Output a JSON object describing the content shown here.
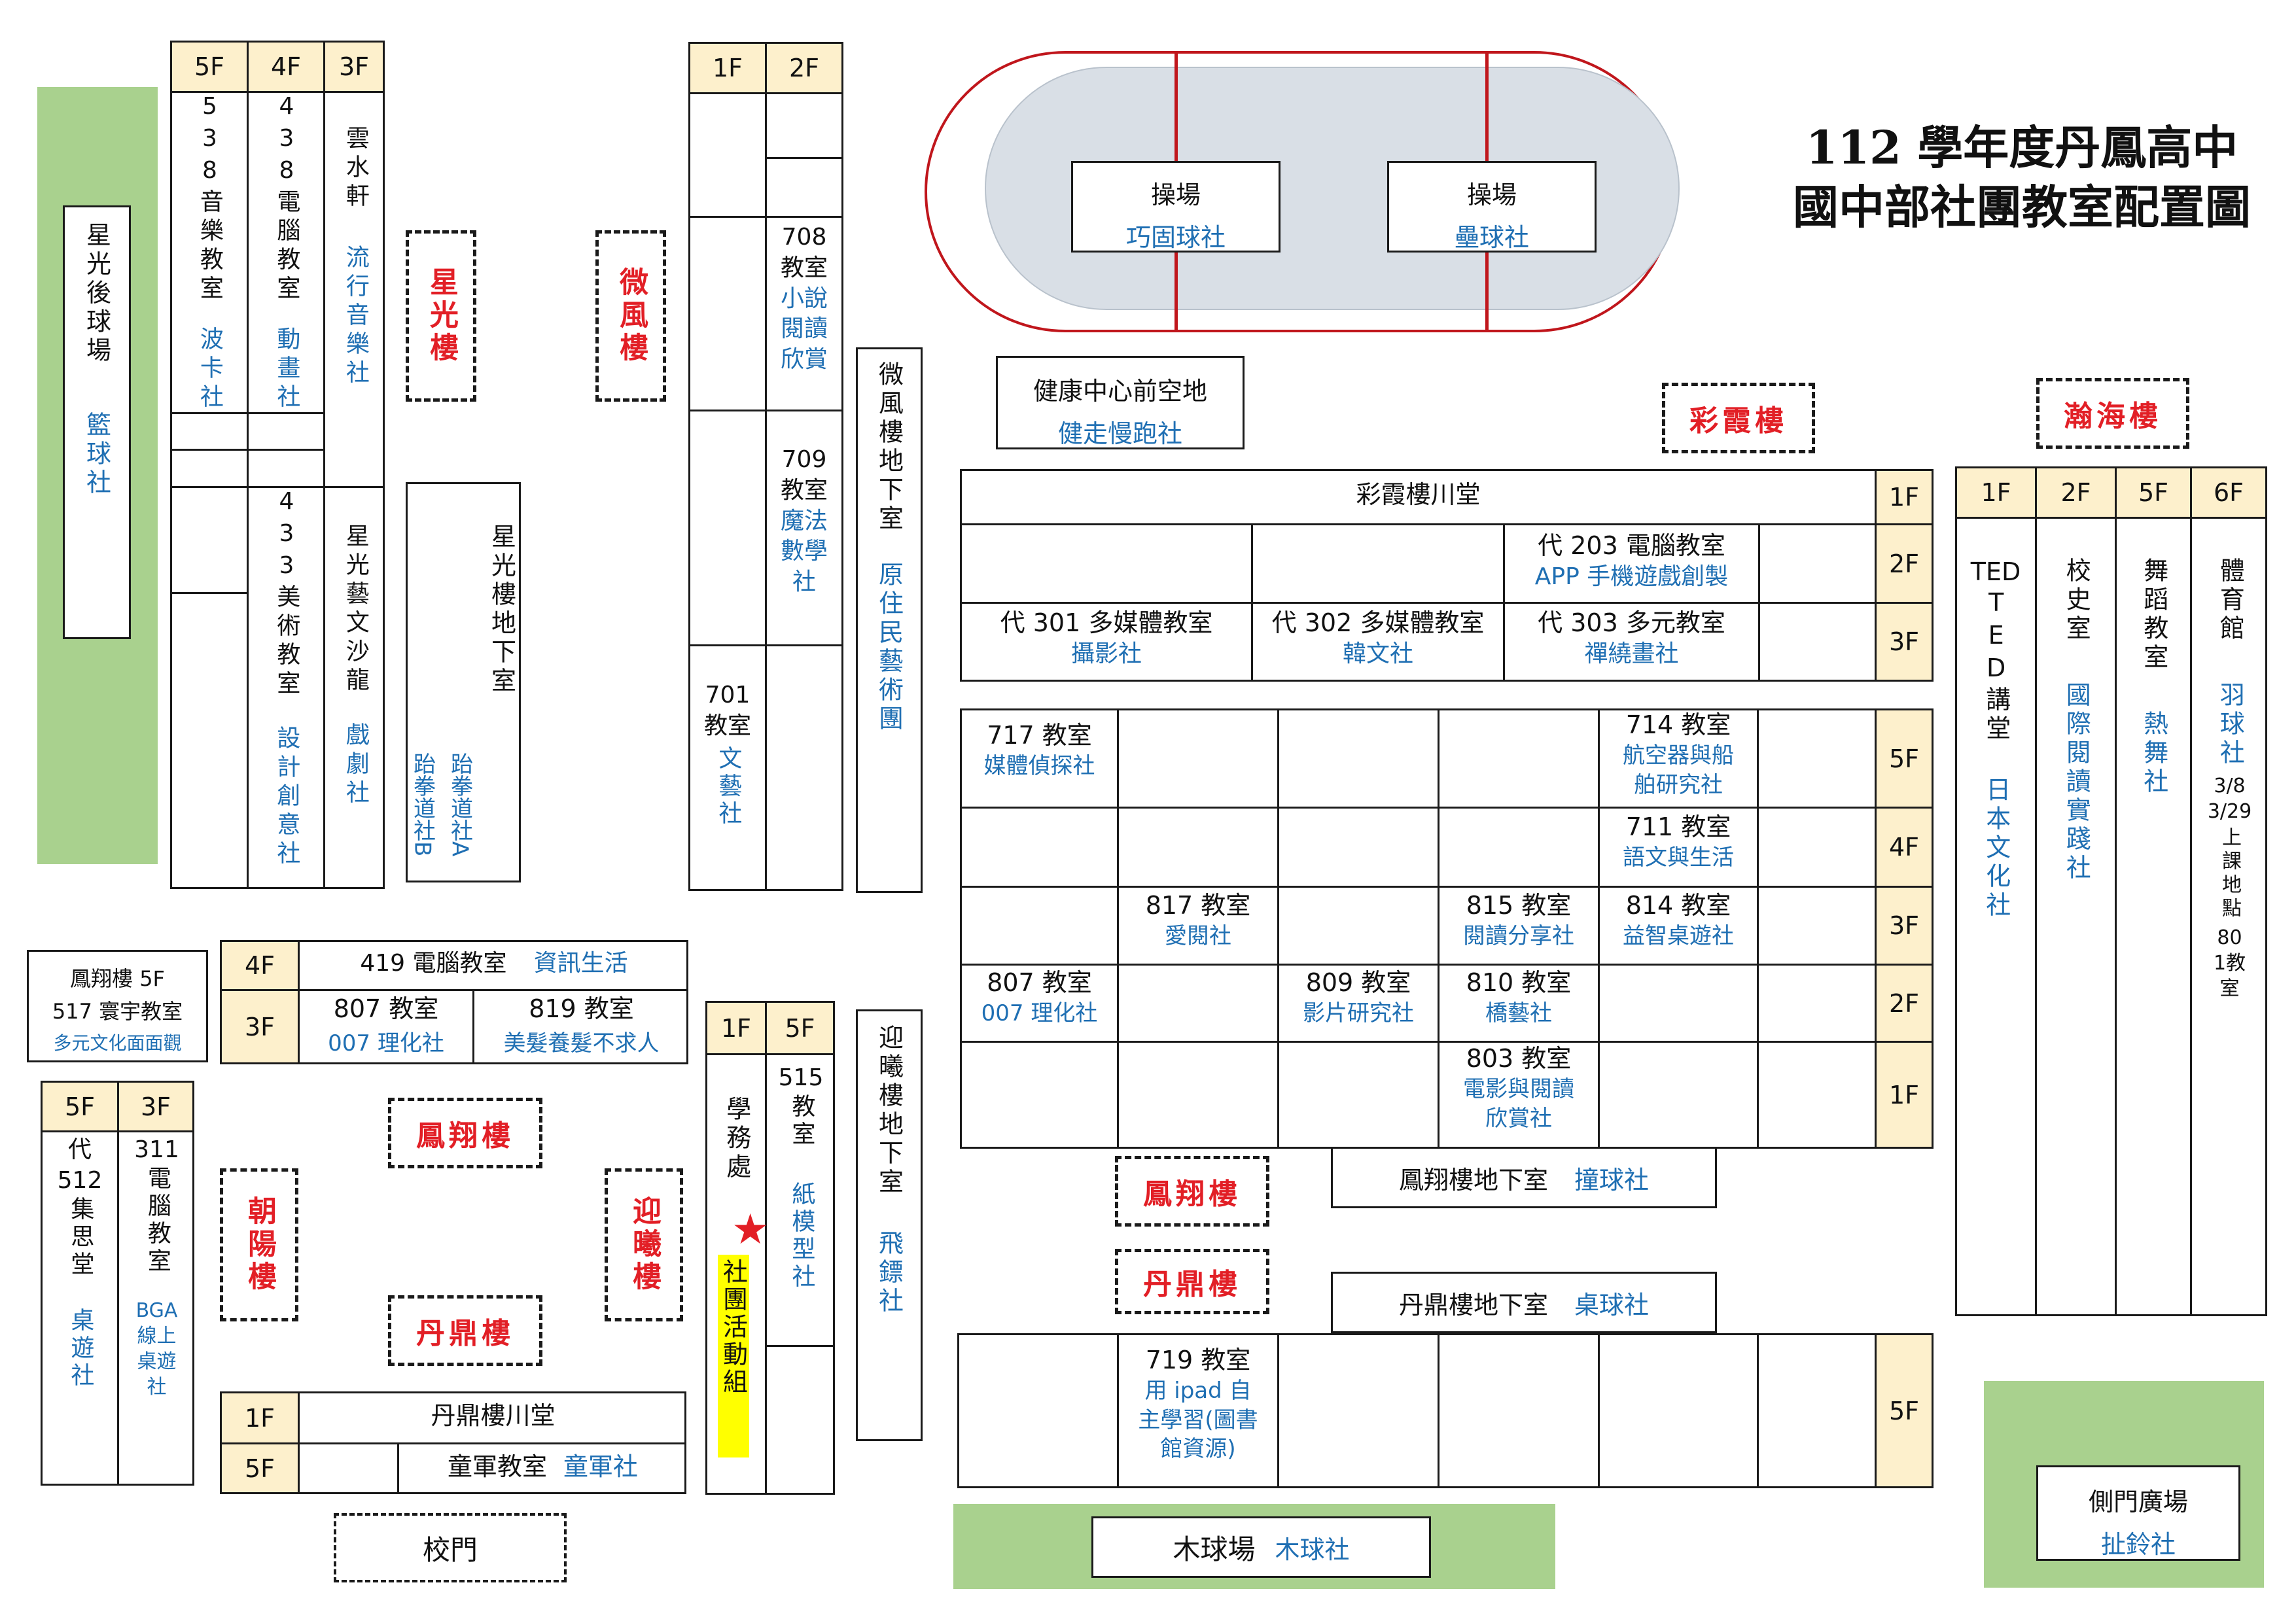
{
  "title": {
    "line1": "112 學年度丹鳳高中",
    "line2": "國中部社團教室配置圖"
  },
  "track": {
    "field_left": {
      "name": "操場",
      "club": "巧固球社"
    },
    "field_right": {
      "name": "操場",
      "club": "壘球社"
    }
  },
  "xingguang_court": {
    "name": "星光後球場",
    "club": "籃球社"
  },
  "buildings": {
    "xingguang": "星光樓",
    "weifeng": "微風樓",
    "caixia": "彩霞樓",
    "hanhai": "瀚海樓",
    "fengxiang": "鳳翔樓",
    "zhaoyang": "朝陽樓",
    "yingxi": "迎曦樓",
    "danding": "丹鼎樓",
    "fengxiang2": "鳳翔樓",
    "danding2": "丹鼎樓"
  },
  "xingguang_building": {
    "floors": [
      "5F",
      "4F",
      "3F"
    ],
    "r538": {
      "room": "538音樂教室",
      "club": "波卡社"
    },
    "r438": {
      "room": "438電腦教室",
      "club": "動畫社"
    },
    "yunshui": {
      "room": "雲水軒",
      "club": "流行音樂社"
    },
    "r433": {
      "room": "433美術教室",
      "club": "設計創意社",
      "num": "433"
    },
    "salon": {
      "room": "星光藝文沙龍",
      "club": "戲劇社"
    },
    "basement": {
      "room": "星光樓地下室",
      "club1": "跆拳道社A",
      "club2": "跆拳道社B"
    }
  },
  "weifeng_building": {
    "floors": [
      "1F",
      "2F"
    ],
    "r708": {
      "num": "708",
      "room": "教室",
      "club": "小說閱讀欣賞"
    },
    "r709": {
      "num": "709",
      "room": "教室",
      "club": "魔法數學社"
    },
    "r701": {
      "num": "701",
      "room": "教室",
      "club": "文藝社"
    },
    "basement": {
      "room": "微風樓地下室",
      "club": "原住民藝術團"
    }
  },
  "health": {
    "room": "健康中心前空地",
    "club": "健走慢跑社"
  },
  "caixia_building": {
    "hall": "彩霞樓川堂",
    "f1": "1F",
    "f2": "2F",
    "f3": "3F",
    "r203": {
      "room": "代 203 電腦教室",
      "club": "APP 手機遊戲創製"
    },
    "r301": {
      "room": "代 301 多媒體教室",
      "club": "攝影社"
    },
    "r302": {
      "room": "代 302 多媒體教室",
      "club": "韓文社"
    },
    "r303": {
      "room": "代 303 多元教室",
      "club": "禪繞畫社"
    }
  },
  "main_grid": {
    "floors": [
      "5F",
      "4F",
      "3F",
      "2F",
      "1F"
    ],
    "r717": {
      "room": "717 教室",
      "club": "媒體偵探社"
    },
    "r714": {
      "room": "714 教室",
      "club": "航空器與船舶研究社"
    },
    "r711": {
      "room": "711 教室",
      "club": "語文與生活"
    },
    "r817": {
      "room": "817 教室",
      "club": "愛閱社"
    },
    "r815": {
      "room": "815 教室",
      "club": "閱讀分享社"
    },
    "r814": {
      "room": "814 教室",
      "club": "益智桌遊社"
    },
    "r807": {
      "room": "807 教室",
      "club": "007 理化社"
    },
    "r809": {
      "room": "809 教室",
      "club": "影片研究社"
    },
    "r810": {
      "room": "810 教室",
      "club": "橋藝社"
    },
    "r803": {
      "room": "803 教室",
      "club": "電影與閱讀欣賞社"
    }
  },
  "hanhai_building": {
    "floors": [
      "1F",
      "2F",
      "5F",
      "6F"
    ],
    "ted": {
      "room": "TED講堂",
      "club": "日本文化社"
    },
    "history": {
      "room": "校史室",
      "club": "國際閱讀實踐社"
    },
    "dance": {
      "room": "舞蹈教室",
      "club": "熱舞社"
    },
    "gym": {
      "room": "體育館",
      "club": "羽球社",
      "note1": "3/8",
      "note2": "3/29",
      "note3": "上課地點",
      "note4": "801教室"
    }
  },
  "fengxiang_5f": {
    "line1": "鳳翔樓 5F",
    "line2": "517 寰宇教室",
    "club": "多元文化面面觀"
  },
  "fengxiang_rooms": {
    "f4": "4F",
    "f3": "3F",
    "r419": {
      "room": "419 電腦教室",
      "club": "資訊生活"
    },
    "r807": {
      "room": "807 教室",
      "club": "007 理化社"
    },
    "r819": {
      "room": "819 教室",
      "club": "美髮養髮不求人"
    }
  },
  "left_bottom": {
    "floors": [
      "5F",
      "3F"
    ],
    "r512": {
      "num": "512",
      "room": "代集思堂",
      "club": "桌遊社"
    },
    "r311": {
      "num": "311",
      "room": "電腦教室",
      "club": "BGA線上桌遊社"
    }
  },
  "yingxi_building": {
    "floors": [
      "1F",
      "5F"
    ],
    "office": "學務處",
    "club_org": "社團活動組",
    "r515": {
      "num": "515",
      "room": "教室",
      "club": "紙模型社"
    },
    "basement": {
      "room": "迎曦樓地下室",
      "club": "飛鏢社"
    }
  },
  "fengxiang_basement": {
    "room": "鳳翔樓地下室",
    "club": "撞球社"
  },
  "danding_basement": {
    "room": "丹鼎樓地下室",
    "club": "桌球社"
  },
  "danding_building": {
    "f1": "1F",
    "f5": "5F",
    "hall": "丹鼎樓川堂",
    "scout": {
      "room": "童軍教室",
      "club": "童軍社"
    }
  },
  "r719": {
    "room": "719 教室",
    "club": "用 ipad 自主學習(圖書館資源)",
    "floor": "5F"
  },
  "gate": "校門",
  "wood": {
    "room": "木球場",
    "club": "木球社"
  },
  "side_gate": {
    "room": "側門廣場",
    "club": "扯鈴社"
  },
  "colors": {
    "floor_bg": "#fdf0cc",
    "green": "#a9d18e",
    "club_blue": "#1f6fb3",
    "building_red": "#e21f26",
    "track_red": "#c0161c",
    "track_fill": "#d9dfe6",
    "highlight": "#ffff00"
  }
}
